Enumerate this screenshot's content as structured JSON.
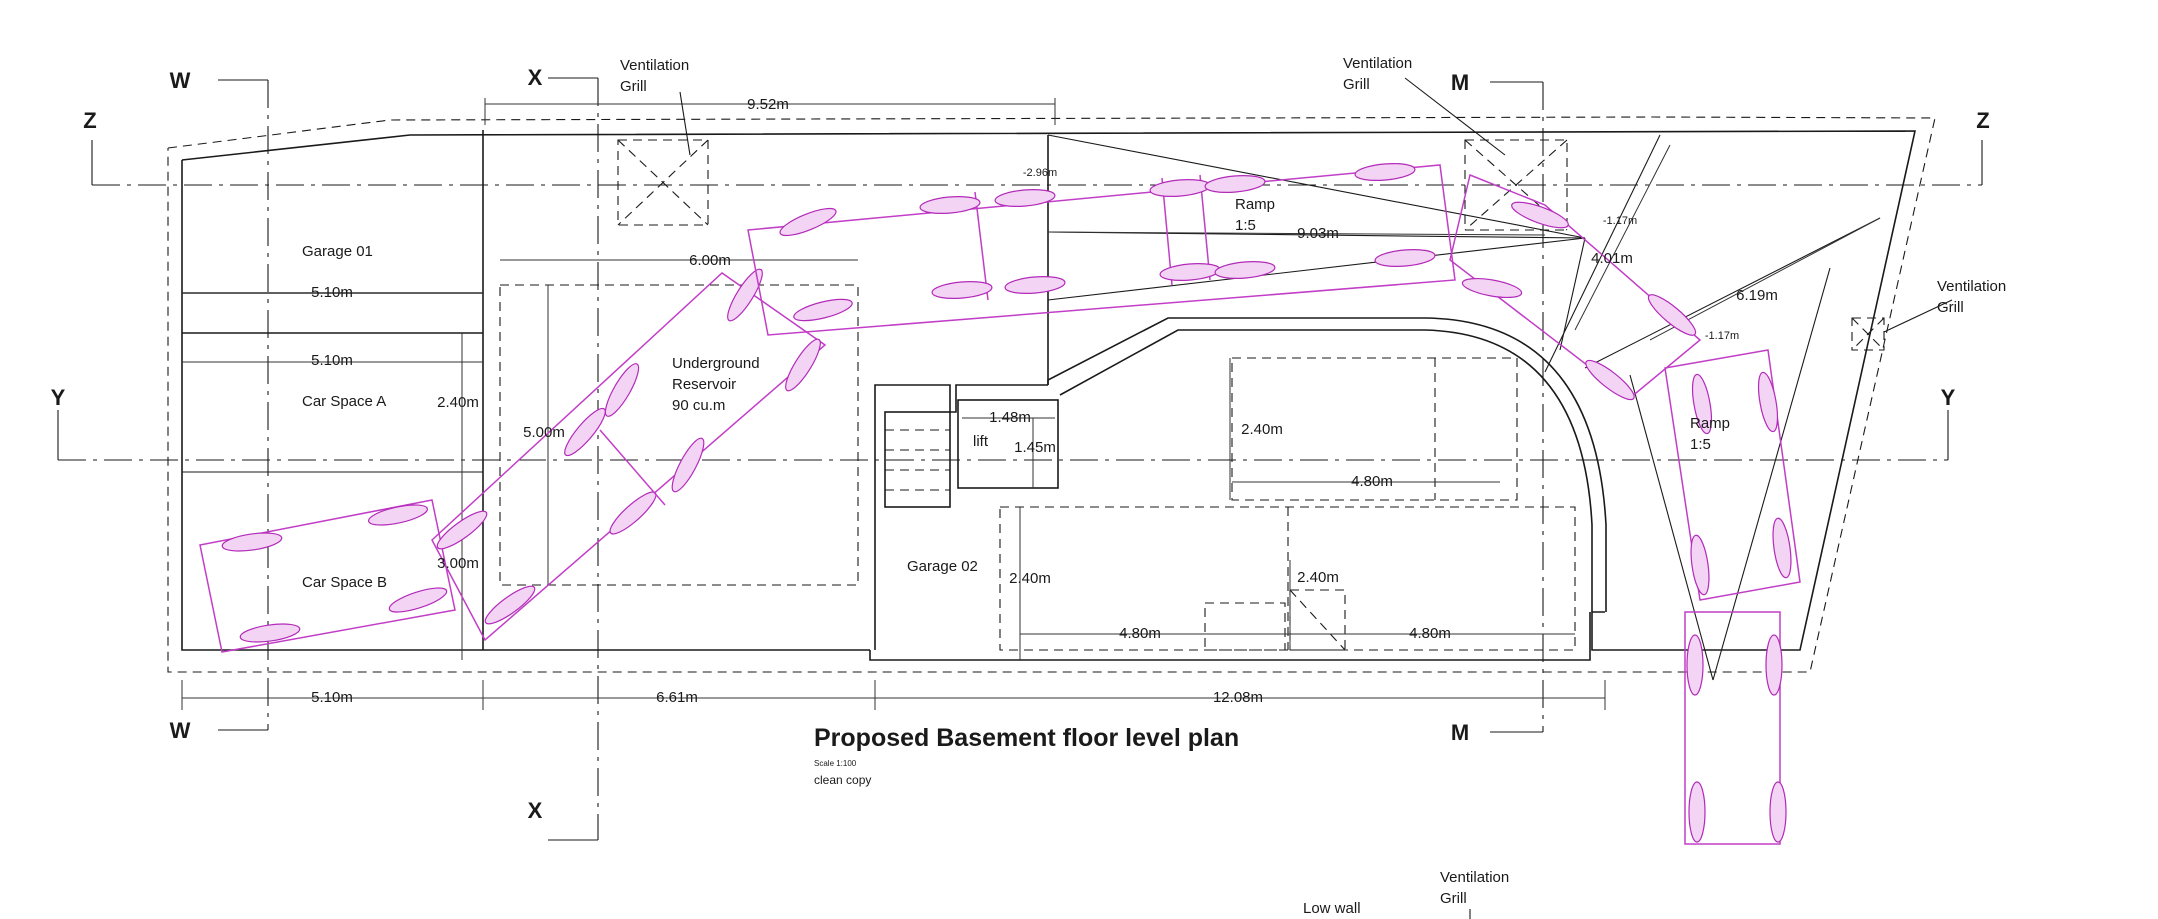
{
  "plan": {
    "title": "Proposed Basement floor level plan",
    "scale": "Scale 1:100",
    "subtitle": "clean copy"
  },
  "sections": {
    "w": "W",
    "x": "X",
    "z": "Z",
    "y": "Y",
    "m": "M"
  },
  "rooms": {
    "garage01": "Garage 01",
    "car_space_a": "Car Space A",
    "car_space_b": "Car Space B",
    "reservoir_1": "Underground",
    "reservoir_2": "Reservoir",
    "reservoir_3": "90 cu.m",
    "lift": "lift",
    "garage02": "Garage 02",
    "ramp": "Ramp",
    "ramp_slope": "1:5",
    "vent_1": "Ventilation",
    "vent_2": "Grill",
    "low_wall": "Low wall"
  },
  "dimensions": {
    "d_952": "9.52m",
    "d_600": "6.00m",
    "d_510": "5.10m",
    "d_240": "2.40m",
    "d_500": "5.00m",
    "d_300": "3.00m",
    "d_661": "6.61m",
    "d_1208": "12.08m",
    "d_148": "1.48m",
    "d_145": "1.45m",
    "d_480": "4.80m",
    "d_903": "9.03m",
    "d_401": "4.01m",
    "d_619": "6.19m",
    "d_296": "-2.96m",
    "d_117": "-1.17m"
  },
  "colors": {
    "linework": "#1a1a1a",
    "vehicle_outline": "#c23ec7",
    "wheel_fill": "#f3d4f5"
  }
}
